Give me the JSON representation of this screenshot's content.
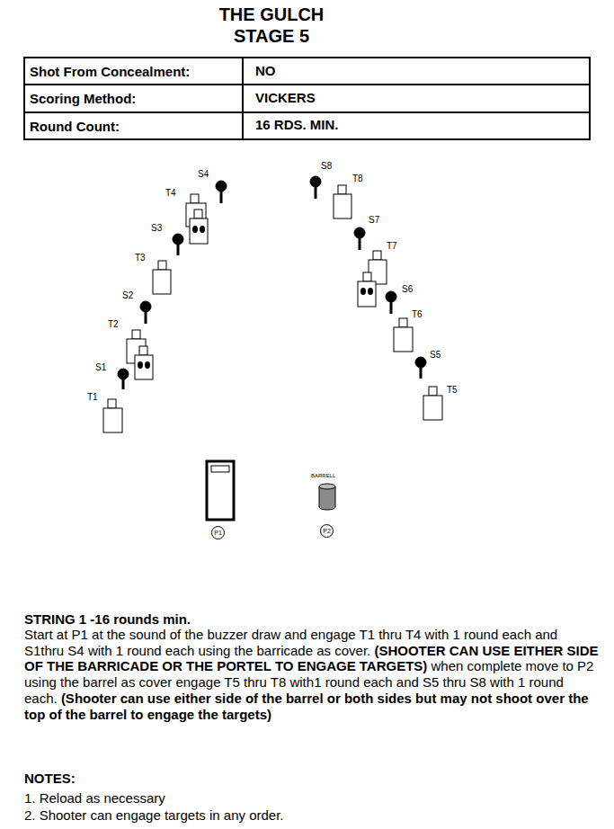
{
  "diagram": {
    "title": "THE GULCH STAGE 5",
    "nodes": [
      {
        "text": [
          "P1"
        ]
      },
      {
        "text": [
          "P2"
        ]
      }
    ],
    "labels": [
      "Shot From Concealment:",
      "NO",
      "Scoring Method:",
      "VICKERS",
      "Round Count:",
      "16 RDS. MIN.",
      "S4",
      "T4",
      "S3",
      "T3",
      "S2",
      "T2",
      "S1",
      "T1",
      "S8",
      "T8",
      "S7",
      "T7",
      "S6",
      "T6",
      "S5",
      "T5",
      "BARRELL",
      "STRING 1 -16 rounds min.",
      "Start at P1 at the sound of the buzzer draw and engage T1 thru T4 with 1 round each and S1thru S4 with 1 round each using the barricade as cover.",
      "(SHOOTER CAN USE EITHER SIDE OF THE BARRICADE OR THE PORTEL TO ENGAGE TARGETS)",
      "when complete move to P2 using the barrel as cover engage T5 thru T8 with1 round each and S5 thru S8 with 1 round each.",
      "(Shooter can use either side of the barrel or both sides but may not shoot over the top of the barrel to engage the targets)",
      "NOTES:",
      "1. Reload as necessary",
      "2. Shooter can engage targets in any order."
    ]
  }
}
